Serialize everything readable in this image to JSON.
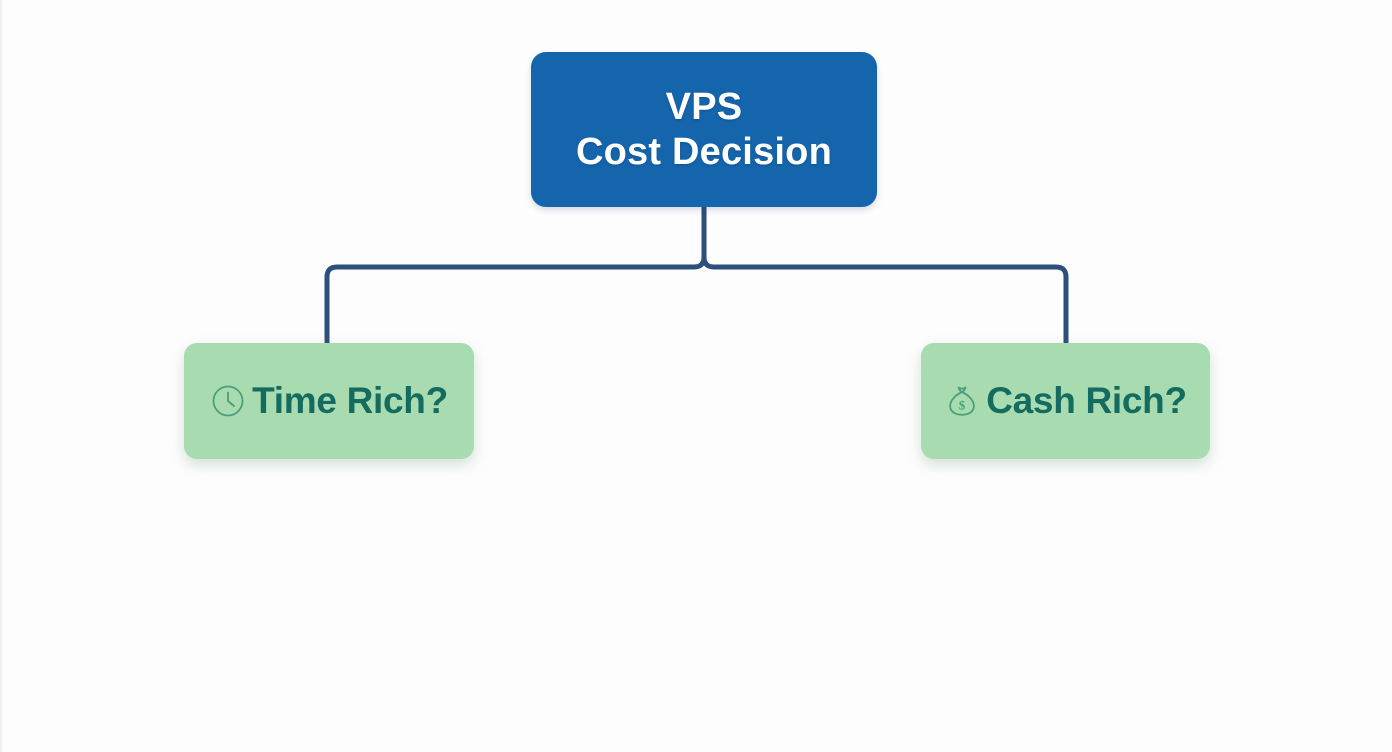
{
  "diagram": {
    "type": "tree",
    "background_color": "#fdfdfd",
    "root": {
      "id": "vps-cost-decision",
      "title_line_1": "VPS",
      "title_line_2": "Cost Decision",
      "fill_color": "#1565ad",
      "text_color": "#ffffff"
    },
    "connector": {
      "color": "#2c4f7c",
      "stroke_width": 5,
      "style": "elbow"
    },
    "children": [
      {
        "id": "time-rich",
        "label": "Time Rich?",
        "icon": "clock-icon",
        "fill_color": "#a9dbb0",
        "text_color": "#146b5f",
        "position": "left"
      },
      {
        "id": "cash-rich",
        "label": "Cash Rich?",
        "icon": "money-bag-icon",
        "fill_color": "#a9dbb0",
        "text_color": "#146b5f",
        "position": "right"
      }
    ]
  }
}
